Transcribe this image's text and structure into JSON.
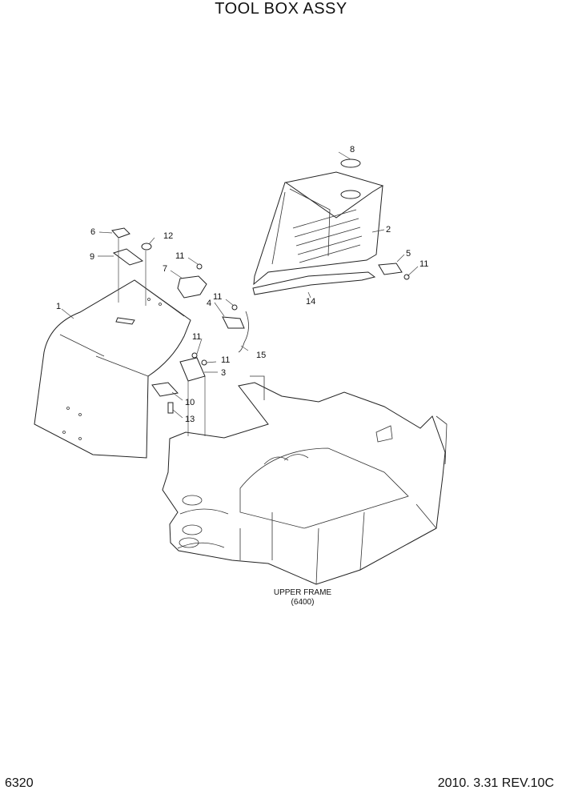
{
  "header": {
    "title": "TOOL BOX ASSY"
  },
  "reference": {
    "line1": "UPPER FRAME",
    "line2": "(6400)"
  },
  "footer": {
    "page": "6320",
    "revision": "2010. 3.31 REV.10C"
  },
  "callouts": {
    "c1": "1",
    "c2": "2",
    "c3": "3",
    "c4": "4",
    "c5": "5",
    "c6": "6",
    "c7": "7",
    "c8": "8",
    "c9": "9",
    "c10": "10",
    "c11a": "11",
    "c11b": "11",
    "c11c": "11",
    "c11d": "11",
    "c11e": "11",
    "c12": "12",
    "c13": "13",
    "c14": "14",
    "c15": "15"
  }
}
